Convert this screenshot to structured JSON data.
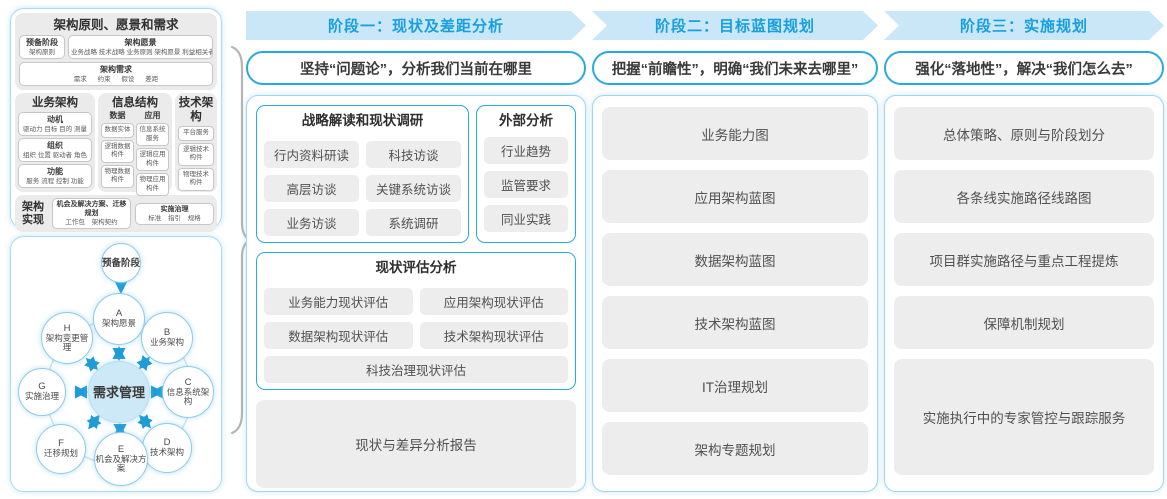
{
  "left_top_panel": {
    "title": "架构原则、愿景和需求",
    "prep": {
      "title": "预备阶段",
      "sub": "架构原则"
    },
    "vision": {
      "title": "架构愿景",
      "detail": "业务战略 技术战略 业务原则 架构愿景 利益相关者"
    },
    "requirements": {
      "title": "架构需求",
      "detail": "需求 约束 假设 差距"
    },
    "business": {
      "title": "业务架构",
      "groups": [
        {
          "title": "动机",
          "detail": "驱动力 目标 目的 测量"
        },
        {
          "title": "组织",
          "detail": "组织 位置 驱动者 角色"
        },
        {
          "title": "功能",
          "detail": "服务 流程 控制 功能"
        }
      ]
    },
    "information": {
      "title": "信息结构",
      "columns": [
        {
          "title": "数据",
          "items": [
            "数据实体",
            "逻辑数据构件",
            "物理数据构件"
          ]
        },
        {
          "title": "应用",
          "items": [
            "信息系统服务",
            "逻辑应用构件",
            "物理应用构件"
          ]
        }
      ]
    },
    "technology": {
      "title": "技术架构",
      "items": [
        "平台服务",
        "逻辑技术构件",
        "物理技术构件"
      ]
    },
    "realization": {
      "label": "架构实现",
      "boxes": [
        {
          "title": "机会及解决方案、迁移规划",
          "detail": "工作包 架构契约"
        },
        {
          "title": "实施治理",
          "detail": "标准 指引 规格"
        }
      ]
    }
  },
  "adm_cycle": {
    "prep": "预备阶段",
    "center": "需求管理",
    "nodes": [
      {
        "letter": "A",
        "label": "架构愿景"
      },
      {
        "letter": "B",
        "label": "业务架构"
      },
      {
        "letter": "C",
        "label": "信息系统架构"
      },
      {
        "letter": "D",
        "label": "技术架构"
      },
      {
        "letter": "E",
        "label": "机会及解决方案"
      },
      {
        "letter": "F",
        "label": "迁移规划"
      },
      {
        "letter": "G",
        "label": "实施治理"
      },
      {
        "letter": "H",
        "label": "架构变更管理"
      }
    ]
  },
  "phases": [
    {
      "header": "阶段一：现状及差距分析",
      "subtitle": "坚持“问题论”，分析我们当前在哪里",
      "strategy_box": {
        "title": "战略解读和现状调研",
        "items": [
          "行内资料研读",
          "科技访谈",
          "高层访谈",
          "关键系统访谈",
          "业务访谈",
          "系统调研"
        ]
      },
      "external_box": {
        "title": "外部分析",
        "items": [
          "行业趋势",
          "监管要求",
          "同业实践"
        ]
      },
      "assessment_box": {
        "title": "现状评估分析",
        "items": [
          "业务能力现状评估",
          "应用架构现状评估",
          "数据架构现状评估",
          "技术架构现状评估",
          "科技治理现状评估"
        ]
      },
      "report": "现状与差异分析报告"
    },
    {
      "header": "阶段二：目标蓝图规划",
      "subtitle": "把握“前瞻性”，明确“我们未来去哪里”",
      "items": [
        "业务能力图",
        "应用架构蓝图",
        "数据架构蓝图",
        "技术架构蓝图",
        "IT治理规划",
        "架构专题规划"
      ]
    },
    {
      "header": "阶段三：实施规划",
      "subtitle": "强化“落地性”，解决“我们怎么去”",
      "items": [
        "总体策略、原则与阶段划分",
        "各条线实施路径线路图",
        "项目群实施路径与重点工程提炼",
        "保障机制规划",
        "实施执行中的专家管控与跟踪服务"
      ]
    }
  ],
  "colors": {
    "accent_blue": "#29a9e1",
    "band_blue": "#c9e7f7",
    "panel_border": "#9fd6f1",
    "gray_box": "#ededed",
    "arrow_blue": "#1e9cd7",
    "brace_gray": "#b5b5b5"
  }
}
